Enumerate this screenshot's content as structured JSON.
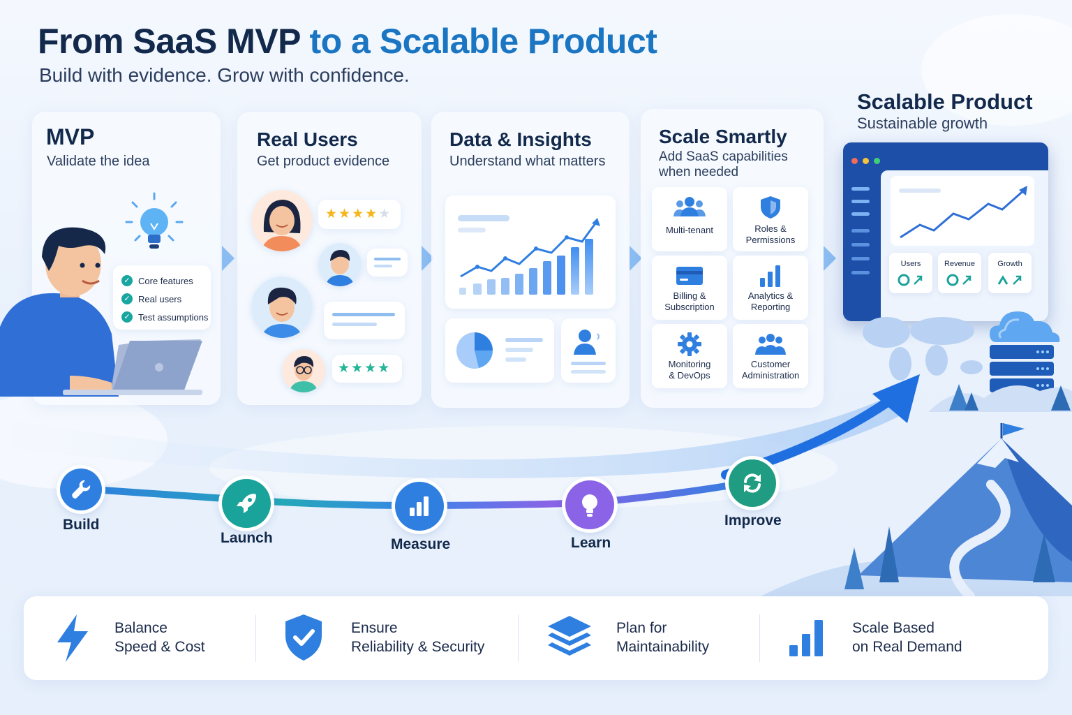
{
  "header": {
    "title_part1": "From SaaS MVP",
    "title_part2": "to a Scalable Product",
    "subtitle": "Build with evidence. Grow with confidence."
  },
  "stages": {
    "mvp": {
      "title": "MVP",
      "subtitle": "Validate the idea",
      "checklist": [
        "Core features",
        "Real users",
        "Test assumptions"
      ]
    },
    "users": {
      "title": "Real Users",
      "subtitle": "Get product evidence",
      "ratings": [
        4,
        4
      ]
    },
    "data": {
      "title": "Data & Insights",
      "subtitle": "Understand what matters"
    },
    "scale": {
      "title": "Scale Smartly",
      "subtitle_line1": "Add SaaS capabilities",
      "subtitle_line2": "when needed",
      "tiles": [
        {
          "l1": "Multi-tenant",
          "l2": "",
          "icon": "users-icon"
        },
        {
          "l1": "Roles &",
          "l2": "Permissions",
          "icon": "shield-icon"
        },
        {
          "l1": "Billing &",
          "l2": "Subscription",
          "icon": "credit-card-icon"
        },
        {
          "l1": "Analytics &",
          "l2": "Reporting",
          "icon": "bar-chart-icon"
        },
        {
          "l1": "Monitoring",
          "l2": "& DevOps",
          "icon": "gear-icon"
        },
        {
          "l1": "Customer",
          "l2": "Administration",
          "icon": "team-icon"
        }
      ]
    },
    "product": {
      "title": "Scalable Product",
      "subtitle": "Sustainable growth",
      "metrics": [
        "Users",
        "Revenue",
        "Growth"
      ]
    }
  },
  "cycle": [
    {
      "label": "Build",
      "color": "#2f7fe0",
      "icon": "wrench-icon"
    },
    {
      "label": "Launch",
      "color": "#1aa39a",
      "icon": "rocket-icon"
    },
    {
      "label": "Measure",
      "color": "#2f7fe0",
      "icon": "bar-chart-icon"
    },
    {
      "label": "Learn",
      "color": "#8a63e6",
      "icon": "lightbulb-icon"
    },
    {
      "label": "Improve",
      "color": "#1f9c82",
      "icon": "refresh-icon"
    }
  ],
  "principles": [
    {
      "l1": "Balance",
      "l2": "Speed & Cost",
      "icon": "lightning-icon"
    },
    {
      "l1": "Ensure",
      "l2": "Reliability & Security",
      "icon": "shield-check-icon"
    },
    {
      "l1": "Plan for",
      "l2": "Maintainability",
      "icon": "layers-icon"
    },
    {
      "l1": "Scale Based",
      "l2": "on Real Demand",
      "icon": "bar-chart-icon"
    }
  ],
  "colors": {
    "navy": "#13294b",
    "accent": "#1a75c2",
    "blue": "#2f7fe0",
    "teal": "#1aa39a",
    "purple": "#8a63e6",
    "star": "#f5b51b",
    "star_green": "#23b597"
  }
}
